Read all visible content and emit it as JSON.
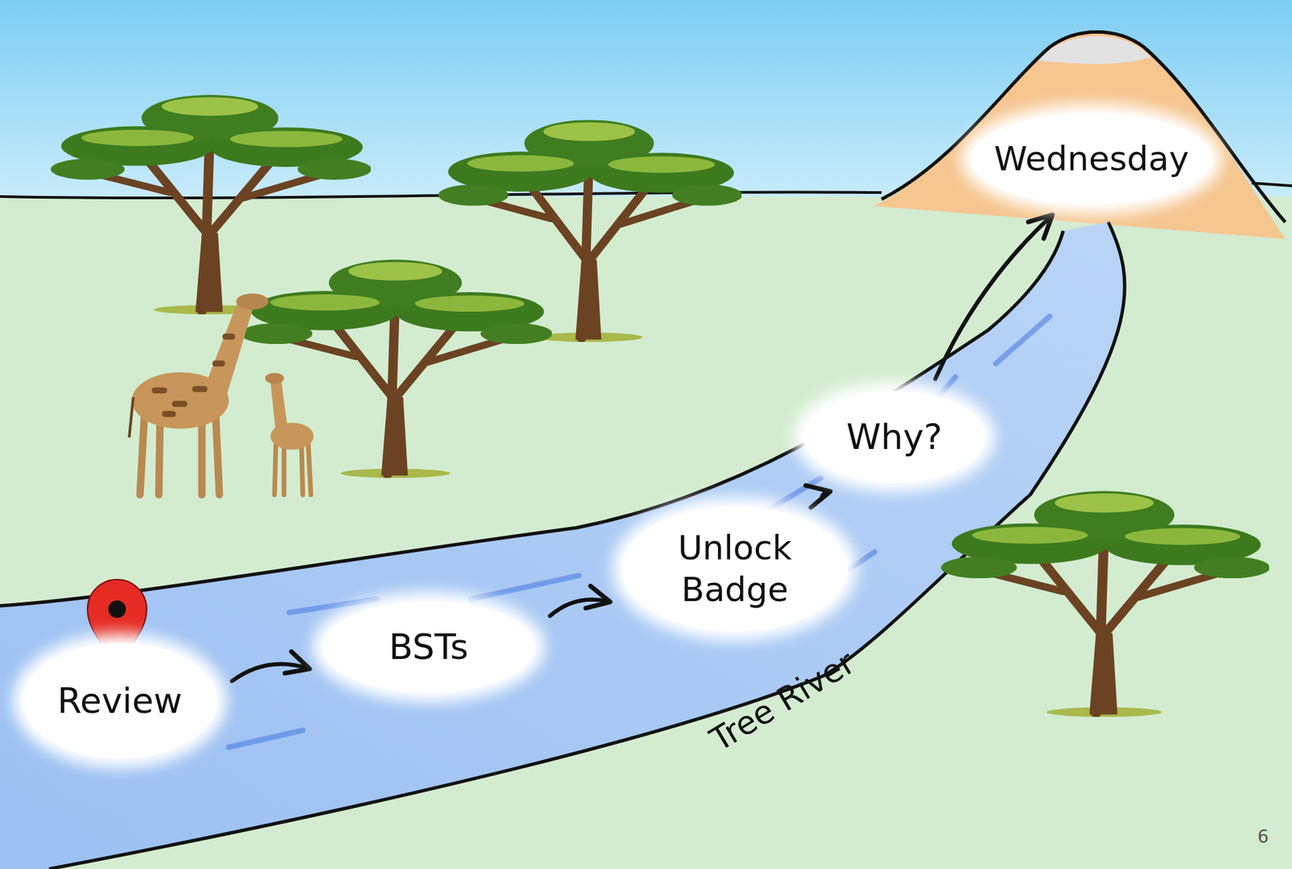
{
  "diagram": {
    "nodes": [
      {
        "text": [
          "Review"
        ]
      },
      {
        "text": [
          "BSTs"
        ]
      },
      {
        "text": [
          "Unlock Badge"
        ]
      },
      {
        "text": [
          "Why?"
        ]
      },
      {
        "text": [
          "Wednesday"
        ]
      }
    ],
    "edges": [
      {
        "from": 0,
        "to": 1,
        "arrow": "to"
      },
      {
        "from": 1,
        "to": 2,
        "arrow": "to"
      },
      {
        "from": 2,
        "to": 3,
        "arrow": "to"
      },
      {
        "from": 3,
        "to": 4,
        "arrow": "to"
      }
    ],
    "labels": [
      "Tree River",
      "6"
    ]
  }
}
